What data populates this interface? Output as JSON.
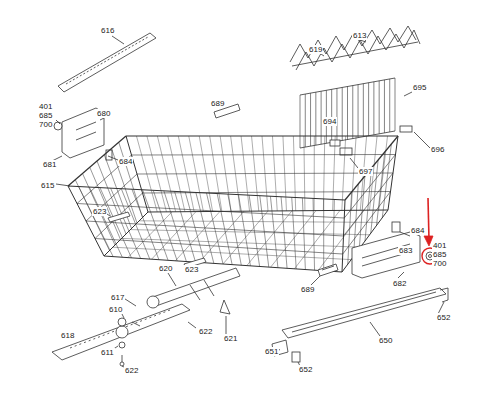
{
  "diagram": {
    "labels": [
      "616",
      "619",
      "613",
      "401",
      "685",
      "700",
      "680",
      "695",
      "694",
      "689",
      "681",
      "684",
      "696",
      "697",
      "615",
      "623",
      "401",
      "685",
      "700",
      "684",
      "683",
      "682",
      "620",
      "623",
      "689",
      "617",
      "618",
      "610",
      "622",
      "621",
      "611",
      "622",
      "651",
      "650",
      "652",
      "652"
    ]
  }
}
